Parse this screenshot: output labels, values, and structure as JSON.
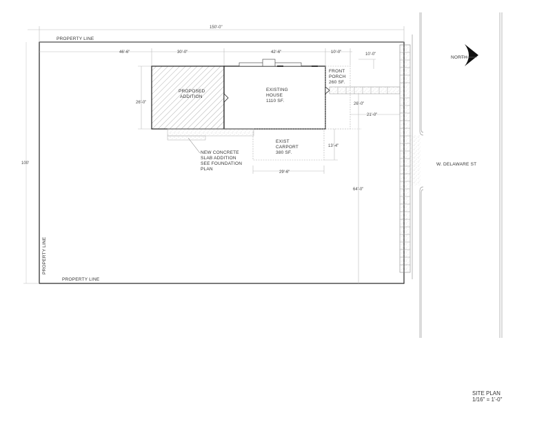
{
  "drawing": {
    "title": "SITE PLAN",
    "scale": "1/16\" = 1'-0\""
  },
  "labels": {
    "property_line_top": "PROPERTY LINE",
    "property_line_bottom": "PROPERTY LINE",
    "property_line_left": "PROPERTY LINE",
    "proposed_addition_1": "PROPOSED",
    "proposed_addition_2": "ADDITION",
    "existing_house_1": "EXISTING",
    "existing_house_2": "HOUSE",
    "existing_house_3": "1110 SF.",
    "front_porch_1": "FRONT",
    "front_porch_2": "PORCH",
    "front_porch_3": "260 SF.",
    "carport_1": "EXIST",
    "carport_2": "CARPORT",
    "carport_3": "380 SF.",
    "slab_note_1": "NEW CONCRETE",
    "slab_note_2": "SLAB ADDITION",
    "slab_note_3": "SEE FOUNDATION",
    "slab_note_4": "PLAN",
    "street": "W. DELAWARE ST",
    "north": "NORTH"
  },
  "dimensions": {
    "overall_width": "150'-0\"",
    "overall_depth": "100'",
    "setback_left": "46'-6\"",
    "addition_width": "30'-0\"",
    "house_width": "42'-6\"",
    "porch_width": "10'-0\"",
    "porch_setback": "10'-0\"",
    "house_depth": "26'-0\"",
    "walk_offset": "26'-0\"",
    "front_setback": "21'-0\"",
    "carport_depth": "13'-4\"",
    "carport_width": "29'-6\"",
    "rear_setback": "64'-0\""
  },
  "colors": {
    "line": "#222222",
    "light_line": "#999999",
    "hatch": "#888888"
  }
}
